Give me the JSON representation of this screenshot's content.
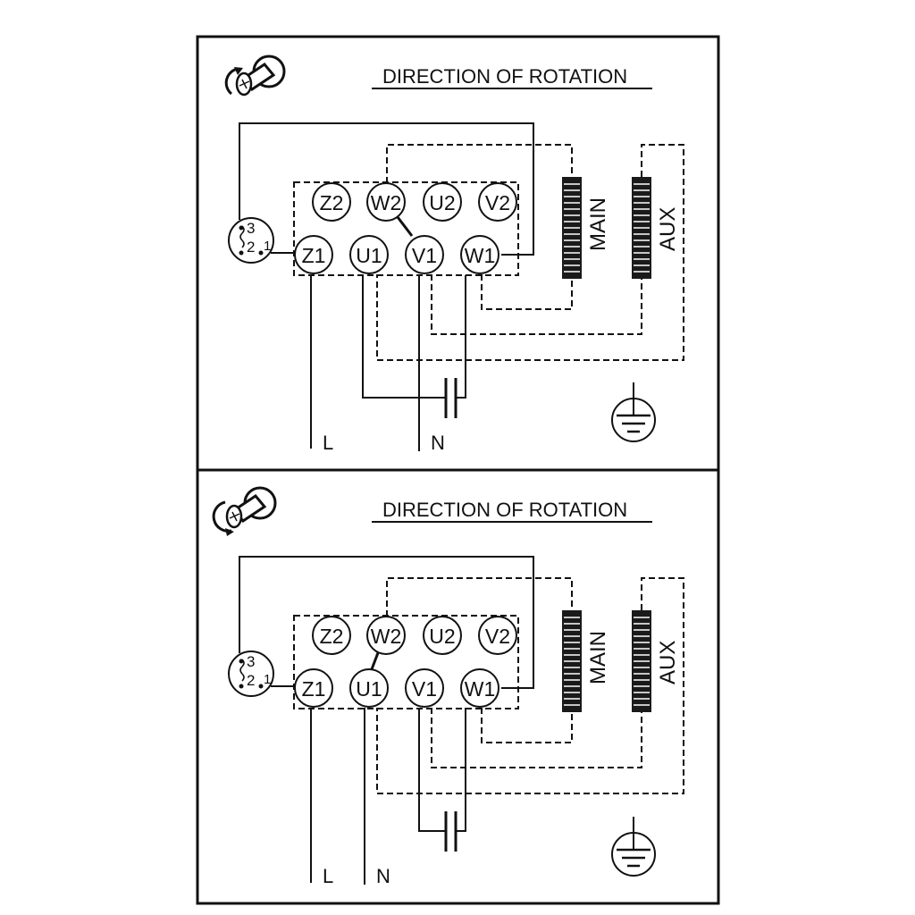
{
  "panels": [
    {
      "title": "DIRECTION OF ROTATION",
      "rotation_icon": "clockwise-rotation-icon",
      "terminals_top": [
        "Z2",
        "W2",
        "U2",
        "V2"
      ],
      "terminals_bottom": [
        "Z1",
        "U1",
        "V1",
        "W1"
      ],
      "winding_main": "MAIN",
      "winding_aux": "AUX",
      "switch_pins": [
        "3",
        "2",
        "1"
      ],
      "line_l": "L",
      "line_n": "N",
      "ground_icon": "ground-icon"
    },
    {
      "title": "DIRECTION OF ROTATION",
      "rotation_icon": "counterclockwise-rotation-icon",
      "terminals_top": [
        "Z2",
        "W2",
        "U2",
        "V2"
      ],
      "terminals_bottom": [
        "Z1",
        "U1",
        "V1",
        "W1"
      ],
      "winding_main": "MAIN",
      "winding_aux": "AUX",
      "switch_pins": [
        "3",
        "2",
        "1"
      ],
      "line_l": "L",
      "line_n": "N",
      "ground_icon": "ground-icon"
    }
  ]
}
